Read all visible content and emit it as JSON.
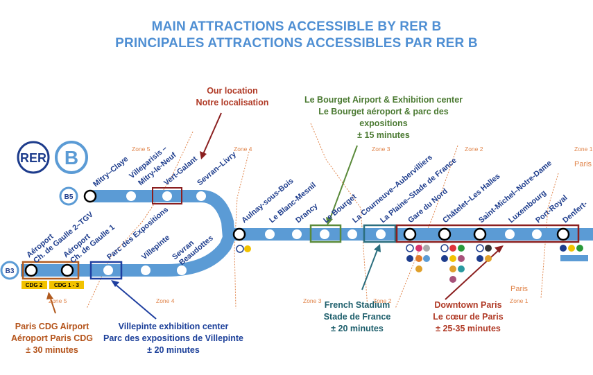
{
  "title": {
    "line1": "MAIN ATTRACTIONS ACCESSIBLE BY RER B",
    "line2": "PRINCIPALES ATTRACTIONS ACCESSIBLES PAR RER B"
  },
  "logos": {
    "rer": "RER",
    "line": "B"
  },
  "branches": {
    "b5": "B5",
    "b3": "B3"
  },
  "stations": {
    "mitry_claye": "Mitry–Claye",
    "villeparisis": "Villeparisis –",
    "mitry_le_neuf": "Mitry-le-Neuf",
    "vert_galant": "Vert-Galant",
    "sevran_livry": "Sevran–Livry",
    "aeroport_cdg2_l1": "Aéroport",
    "aeroport_cdg2_l2": "Ch. de Gaulle 2–TGV",
    "aeroport_cdg1_l1": "Aéroport",
    "aeroport_cdg1_l2": "Ch. de Gaulle 1",
    "parc_expo": "Parc des Expositions",
    "villepinte": "Villepinte",
    "sevran_beaudottes_l1": "Sevran",
    "sevran_beaudottes_l2": "Beaudottes",
    "aulnay": "Aulnay-sous-Bois",
    "blanc_mesnil": "Le Blanc-Mesnil",
    "drancy": "Drancy",
    "le_bourget": "Le Bourget",
    "courneuve": "La Courneuve–Aubervilliers",
    "plaine_sdf": "La Plaine–Stade de France",
    "gare_du_nord": "Gare du Nord",
    "chatelet": "Châtelet–Les Halles",
    "st_michel": "Saint-Michel–Notre-Dame",
    "luxembourg": "Luxembourg",
    "port_royal": "Port-Royal",
    "denfert": "Denfert-"
  },
  "zones": {
    "z5_top": "Zone 5",
    "z4_top": "Zone 4",
    "z3_top": "Zone 3",
    "z2_top": "Zone 2",
    "z1_top": "Zone 1",
    "z5_bottom": "Zone 5",
    "z4_bottom": "Zone 4",
    "z3_bottom": "Zone 3",
    "z2_bottom": "Zone 2",
    "z1_bottom": "Zone 1"
  },
  "areas": {
    "paris_main": "Paris",
    "paris_edge": "Paris"
  },
  "tags": {
    "cdg2": "CDG 2",
    "cdg1": "CDG 1 - 3"
  },
  "callouts": {
    "our_location": {
      "line1": "Our location",
      "line2": "Notre localisation"
    },
    "le_bourget": {
      "line1": "Le Bourget Airport & Exhibition center",
      "line2": "Le Bourget aéroport & parc des",
      "line3": "expositions",
      "line4": "± 15 minutes"
    },
    "stade": {
      "line1": "French Stadium",
      "line2": "Stade de France",
      "line3": "± 20 minutes"
    },
    "downtown": {
      "line1": "Downtown Paris",
      "line2": "Le cœur de Paris",
      "line3": "± 25-35 minutes"
    },
    "villepinte": {
      "line1": "Villepinte exhibition center",
      "line2": "Parc des expositions de Villepinte",
      "line3": "± 20 minutes"
    },
    "cdg": {
      "line1": "Paris CDG Airport",
      "line2": "Aéroport Paris CDG",
      "line3": "± 30 minutes"
    }
  },
  "colors": {
    "line": "#5b9bd5",
    "title": "#4f8fd3",
    "station_label": "#1d3c8c",
    "zone": "#e0844a",
    "highlight_red": "#8b1f1f",
    "highlight_green": "#5a8a3a",
    "highlight_teal": "#2b6e7e",
    "highlight_blue": "#1f3fa0",
    "highlight_orange": "#b05a1e"
  }
}
